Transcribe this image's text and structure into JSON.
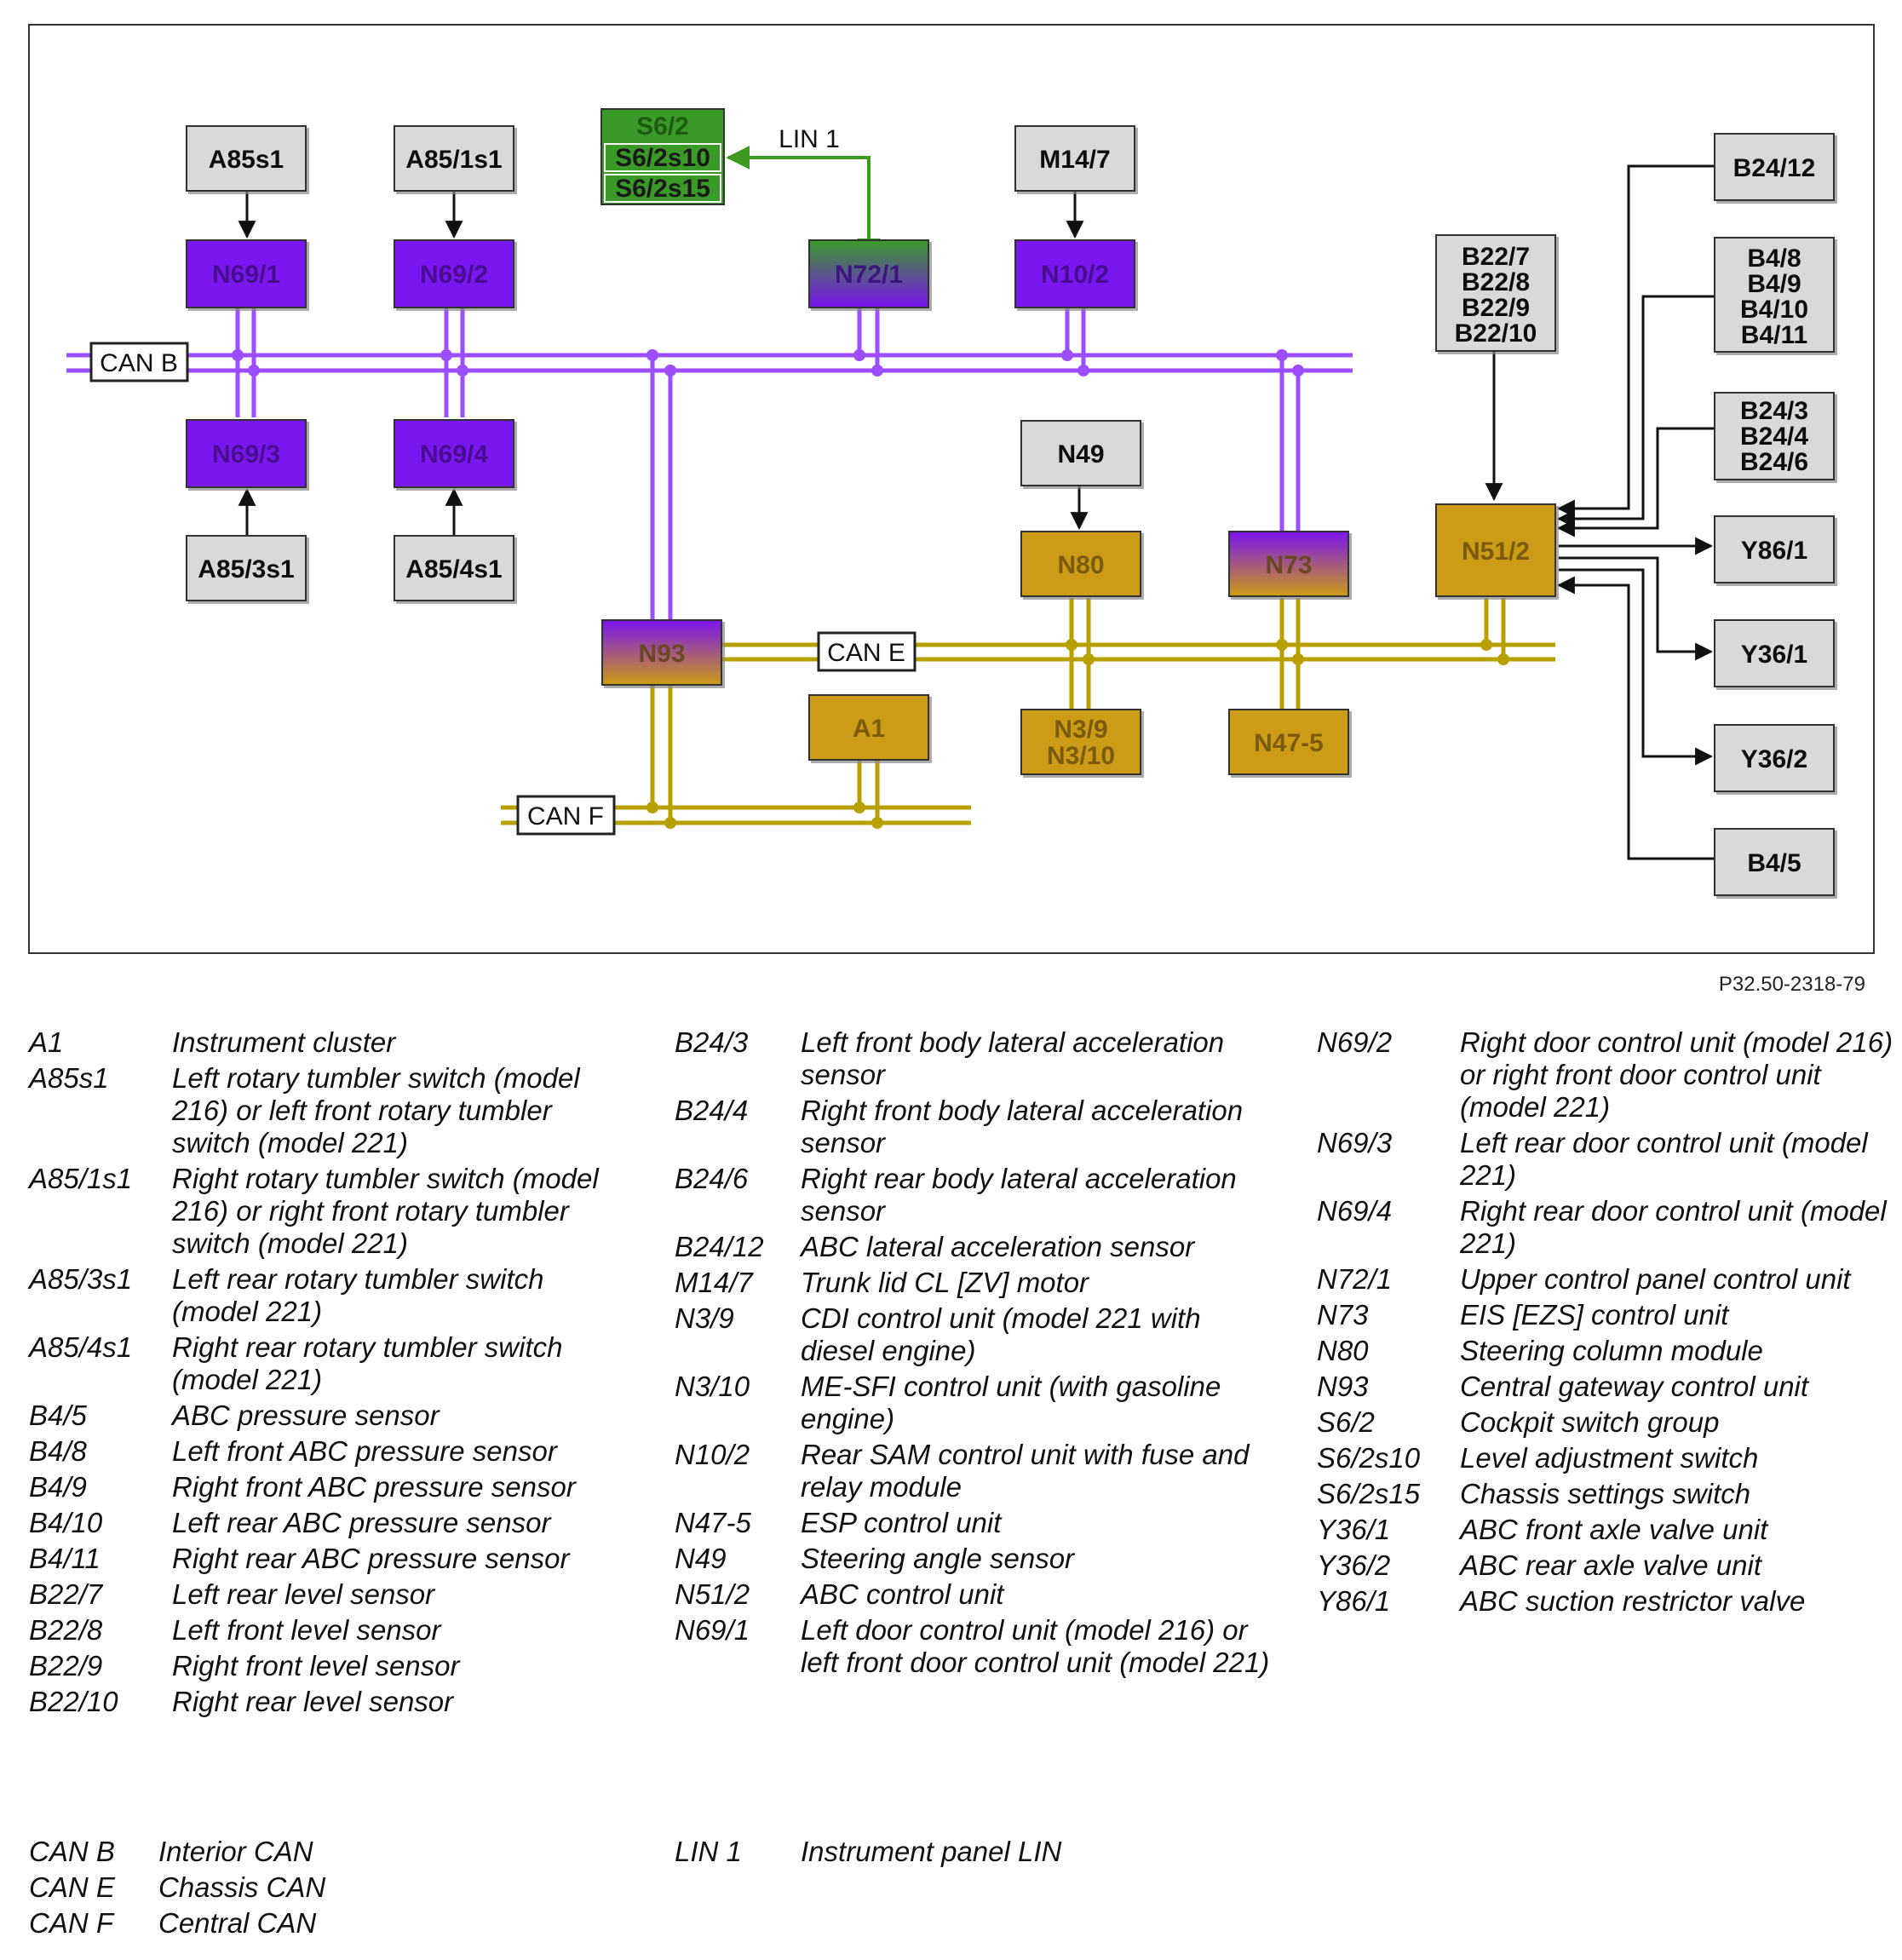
{
  "diagram": {
    "components": {
      "A85s1": "A85s1",
      "A85_1s1": "A85/1s1",
      "A85_3s1": "A85/3s1",
      "A85_4s1": "A85/4s1",
      "N69_1": "N69/1",
      "N69_2": "N69/2",
      "N69_3": "N69/3",
      "N69_4": "N69/4",
      "S6_2": "S6/2",
      "S6_2s10": "S6/2s10",
      "S6_2s15": "S6/2s15",
      "N72_1": "N72/1",
      "M14_7": "M14/7",
      "N10_2": "N10/2",
      "N49": "N49",
      "N80": "N80",
      "N73": "N73",
      "N93": "N93",
      "A1": "A1",
      "N3_9": "N3/9",
      "N3_10": "N3/10",
      "N47_5": "N47-5",
      "N51_2": "N51/2",
      "B22_7": "B22/7",
      "B22_8": "B22/8",
      "B22_9": "B22/9",
      "B22_10": "B22/10",
      "B24_12": "B24/12",
      "B4_8": "B4/8",
      "B4_9": "B4/9",
      "B4_10": "B4/10",
      "B4_11": "B4/11",
      "B24_3": "B24/3",
      "B24_4": "B24/4",
      "B24_6": "B24/6",
      "Y86_1": "Y86/1",
      "Y36_1": "Y36/1",
      "Y36_2": "Y36/2",
      "B4_5": "B4/5"
    },
    "bus_labels": {
      "can_b": "CAN B",
      "can_e": "CAN E",
      "can_f": "CAN F",
      "lin_1": "LIN 1"
    },
    "colors": {
      "can_b": "#9b4dff",
      "can_ef": "#b8a000",
      "lin": "#3c9a1e",
      "purple_fill": "#7a14ef",
      "gold_fill": "#cc9c14",
      "green_fill": "#3a9a28",
      "gray_fill": "#d9d9d9"
    }
  },
  "figure_id": "P32.50-2318-79",
  "legend": {
    "col1": [
      {
        "code": "A1",
        "desc": "Instrument cluster"
      },
      {
        "code": "A85s1",
        "desc": "Left rotary tumbler switch (model 216) or left front rotary tumbler switch (model 221)"
      },
      {
        "code": "A85/1s1",
        "desc": "Right rotary tumbler switch (model 216) or right front rotary tumbler switch (model 221)"
      },
      {
        "code": "A85/3s1",
        "desc": "Left rear rotary tumbler switch (model 221)"
      },
      {
        "code": "A85/4s1",
        "desc": "Right rear rotary tumbler switch (model 221)"
      },
      {
        "code": "B4/5",
        "desc": "ABC pressure sensor"
      },
      {
        "code": "B4/8",
        "desc": "Left front ABC pressure sensor"
      },
      {
        "code": "B4/9",
        "desc": "Right front ABC pressure sensor"
      },
      {
        "code": "B4/10",
        "desc": "Left rear ABC pressure sensor"
      },
      {
        "code": "B4/11",
        "desc": "Right rear ABC pressure sensor"
      },
      {
        "code": "B22/7",
        "desc": "Left rear level sensor"
      },
      {
        "code": "B22/8",
        "desc": "Left front level sensor"
      },
      {
        "code": "B22/9",
        "desc": "Right front level sensor"
      },
      {
        "code": "B22/10",
        "desc": "Right rear level sensor"
      }
    ],
    "col2": [
      {
        "code": "B24/3",
        "desc": "Left front body lateral acceleration sensor"
      },
      {
        "code": "B24/4",
        "desc": "Right front body lateral acceleration sensor"
      },
      {
        "code": "B24/6",
        "desc": "Right rear body lateral acceleration sensor"
      },
      {
        "code": "B24/12",
        "desc": "ABC lateral acceleration sensor"
      },
      {
        "code": "M14/7",
        "desc": "Trunk lid CL [ZV] motor"
      },
      {
        "code": "N3/9",
        "desc": "CDI control unit (model 221 with diesel engine)"
      },
      {
        "code": "N3/10",
        "desc": "ME-SFI control unit (with gasoline engine)"
      },
      {
        "code": "N10/2",
        "desc": "Rear SAM control unit with fuse and relay module"
      },
      {
        "code": "N47-5",
        "desc": "ESP control unit"
      },
      {
        "code": "N49",
        "desc": "Steering angle sensor"
      },
      {
        "code": "N51/2",
        "desc": "ABC control unit"
      },
      {
        "code": "N69/1",
        "desc": "Left door control unit (model 216) or left front door control unit (model 221)"
      }
    ],
    "col3": [
      {
        "code": "N69/2",
        "desc": "Right door control unit (model 216) or right front door control unit (model 221)"
      },
      {
        "code": "N69/3",
        "desc": "Left rear door control unit (model 221)"
      },
      {
        "code": "N69/4",
        "desc": "Right rear door control unit (model 221)"
      },
      {
        "code": "N72/1",
        "desc": "Upper control panel control unit"
      },
      {
        "code": "N73",
        "desc": "EIS [EZS] control unit"
      },
      {
        "code": "N80",
        "desc": "Steering column module"
      },
      {
        "code": "N93",
        "desc": "Central gateway control unit"
      },
      {
        "code": "S6/2",
        "desc": "Cockpit switch group"
      },
      {
        "code": "S6/2s10",
        "desc": "Level adjustment switch"
      },
      {
        "code": "S6/2s15",
        "desc": "Chassis settings switch"
      },
      {
        "code": "Y36/1",
        "desc": "ABC front axle valve unit"
      },
      {
        "code": "Y36/2",
        "desc": "ABC rear axle valve unit"
      },
      {
        "code": "Y86/1",
        "desc": "ABC suction restrictor valve"
      }
    ],
    "bus1": [
      {
        "code": "CAN B",
        "desc": "Interior CAN"
      },
      {
        "code": "CAN E",
        "desc": "Chassis CAN"
      },
      {
        "code": "CAN F",
        "desc": "Central CAN"
      }
    ],
    "bus2": [
      {
        "code": "LIN 1",
        "desc": "Instrument panel LIN"
      }
    ]
  }
}
